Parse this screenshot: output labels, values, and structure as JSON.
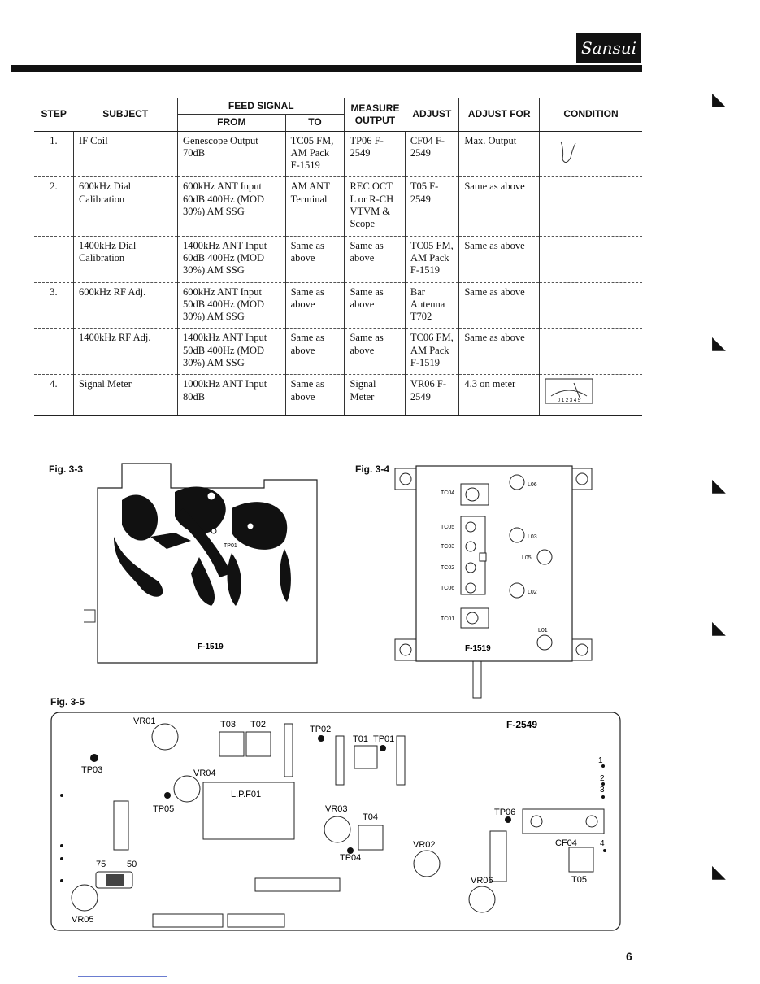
{
  "brand": "Sansui",
  "page_number": "6",
  "table": {
    "headers": {
      "step": "STEP",
      "subject": "SUBJECT",
      "feed_signal": "FEED SIGNAL",
      "from": "FROM",
      "to": "TO",
      "measure_output": "MEASURE OUTPUT",
      "adjust": "ADJUST",
      "adjust_for": "ADJUST FOR",
      "condition": "CONDITION"
    },
    "rows": [
      {
        "step": "1.",
        "subject": "IF Coil",
        "from": "Genescope Output 70dB",
        "to": "TC05 FM, AM Pack F-1519",
        "measure": "TP06 F-2549",
        "adjust": "CF04 F-2549",
        "adjust_for": "Max. Output",
        "condition": ""
      },
      {
        "step": "2.",
        "subject": "600kHz Dial Calibration",
        "from": "600kHz ANT Input 60dB 400Hz (MOD 30%) AM SSG",
        "to": "AM ANT Terminal",
        "measure": "REC OCT L or R-CH VTVM & Scope",
        "adjust": "T05 F-2549",
        "adjust_for": "Same as above",
        "condition": ""
      },
      {
        "step": "",
        "subject": "1400kHz Dial Calibration",
        "from": "1400kHz ANT Input 60dB 400Hz (MOD 30%) AM SSG",
        "to": "Same as above",
        "measure": "Same as above",
        "adjust": "TC05 FM, AM Pack F-1519",
        "adjust_for": "Same as above",
        "condition": ""
      },
      {
        "step": "3.",
        "subject": "600kHz RF Adj.",
        "from": "600kHz ANT Input 50dB 400Hz (MOD 30%) AM SSG",
        "to": "Same as above",
        "measure": "Same as above",
        "adjust": "Bar Antenna T702",
        "adjust_for": "Same as above",
        "condition": ""
      },
      {
        "step": "",
        "subject": "1400kHz RF Adj.",
        "from": "1400kHz ANT Input 50dB 400Hz (MOD 30%) AM SSG",
        "to": "Same as above",
        "measure": "Same as above",
        "adjust": "TC06 FM, AM Pack F-1519",
        "adjust_for": "Same as above",
        "condition": ""
      },
      {
        "step": "4.",
        "subject": "Signal Meter",
        "from": "1000kHz ANT Input 80dB",
        "to": "Same as above",
        "measure": "Signal Meter",
        "adjust": "VR06 F-2549",
        "adjust_for": "4.3 on meter",
        "condition": ""
      }
    ]
  },
  "meter_scale": "0 1 2 3 4 5",
  "fig33": {
    "label": "Fig. 3-3",
    "board": "F-1519",
    "tp": "TP01"
  },
  "fig34": {
    "label": "Fig. 3-4",
    "board": "F-1519",
    "tc": [
      "TC04",
      "TC05",
      "TC03",
      "TC02",
      "TC06",
      "TC01"
    ],
    "l": [
      "L06",
      "L03",
      "L05",
      "L02",
      "L01"
    ]
  },
  "fig35": {
    "label": "Fig. 3-5",
    "board": "F-2549",
    "labels": {
      "vr01": "VR01",
      "t03": "T03",
      "t02": "T02",
      "tp02": "TP02",
      "t01": "T01",
      "tp01": "TP01",
      "tp03": "TP03",
      "vr04": "VR04",
      "lpf": "L.P.F01",
      "tp05": "TP05",
      "vr03": "VR03",
      "t04": "T04",
      "tp04": "TP04",
      "vr02": "VR02",
      "tp06": "TP06",
      "cf04": "CF04",
      "vr06": "VR06",
      "t05": "T05",
      "vr05": "VR05",
      "sw75": "75",
      "sw50": "50"
    },
    "pins": [
      "1",
      "2",
      "3",
      "4"
    ]
  }
}
